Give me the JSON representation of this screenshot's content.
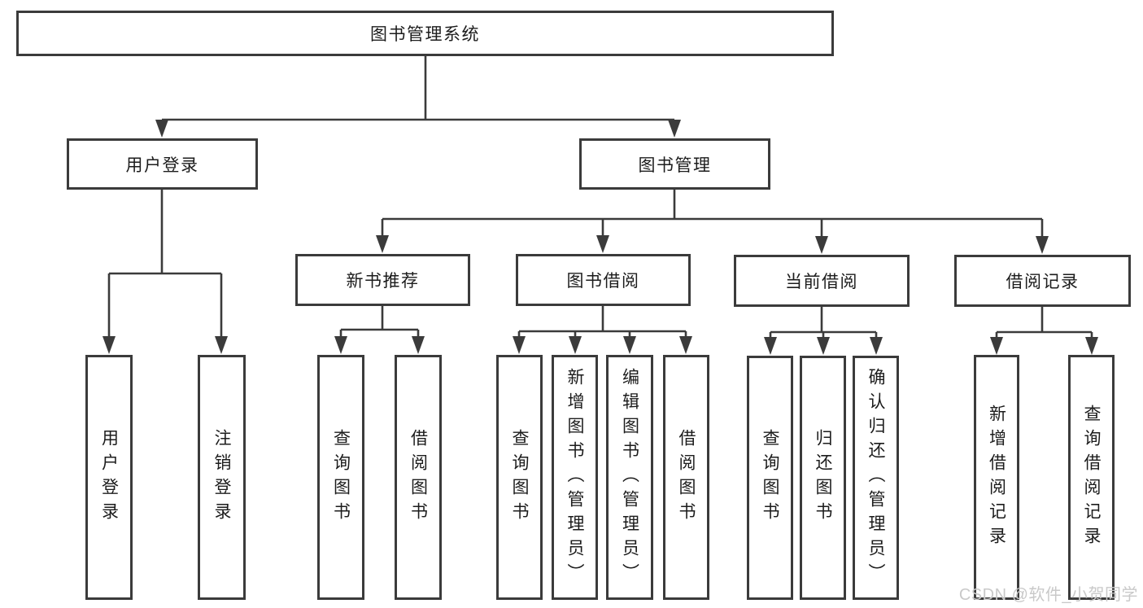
{
  "diagram": {
    "colors": {
      "line": "#3b3b3b",
      "text": "#1c1c1c",
      "background": "#ffffff",
      "watermark": "#c9c9c9"
    },
    "root": {
      "label": "图书管理系统"
    },
    "level2": [
      {
        "label": "用户登录"
      },
      {
        "label": "图书管理"
      }
    ],
    "level3": [
      {
        "label": "新书推荐"
      },
      {
        "label": "图书借阅"
      },
      {
        "label": "当前借阅"
      },
      {
        "label": "借阅记录"
      }
    ],
    "leaves": {
      "user_login": [
        "用户登录",
        "注销登录"
      ],
      "new_books": [
        "查询图书",
        "借阅图书"
      ],
      "book_borrowing": [
        "查询图书",
        "新增图书（管理员）",
        "编辑图书（管理员）",
        "借阅图书"
      ],
      "current_borrowing": [
        "查询图书",
        "归还图书",
        "确认归还（管理员）"
      ],
      "borrowing_records": [
        "新增借阅记录",
        "查询借阅记录"
      ]
    },
    "watermark": {
      "text": "CSDN @软件_小贺同学"
    }
  }
}
